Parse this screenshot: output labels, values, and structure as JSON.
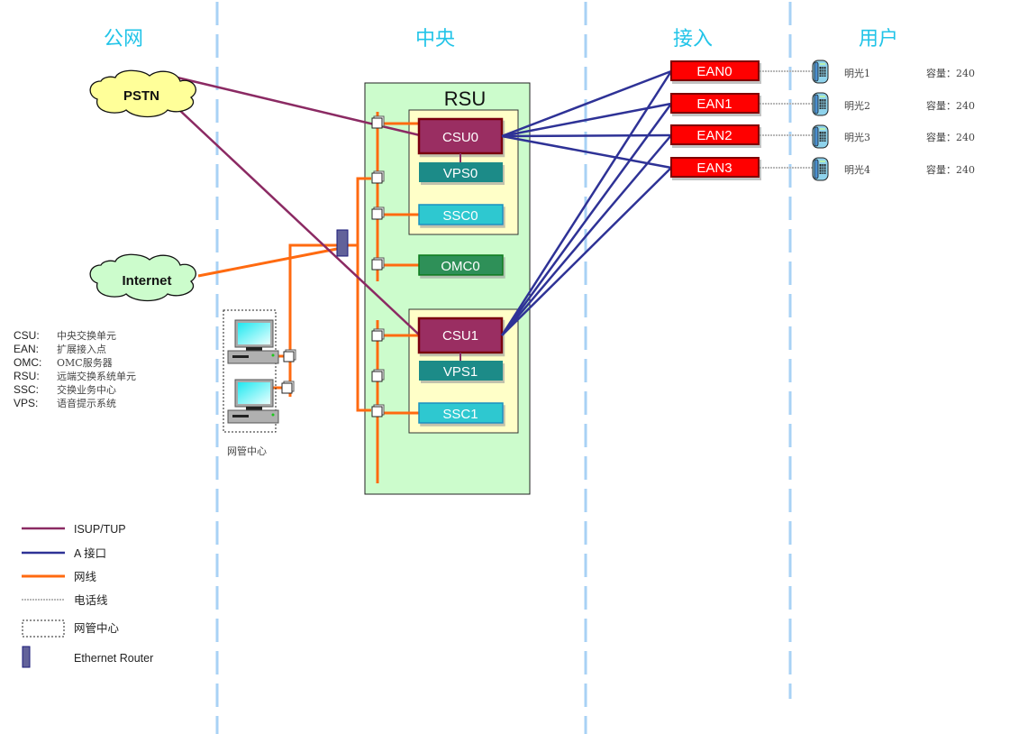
{
  "zones": [
    {
      "id": "public-network",
      "label": "公网"
    },
    {
      "id": "central",
      "label": "中央"
    },
    {
      "id": "access",
      "label": "接入"
    },
    {
      "id": "users",
      "label": "用户"
    }
  ],
  "clouds": {
    "pstn": "PSTN",
    "internet": "Internet"
  },
  "rsu": {
    "label": "RSU",
    "group0": {
      "csu": "CSU0",
      "vps": "VPS0",
      "ssc": "SSC0"
    },
    "omc": "OMC0",
    "group1": {
      "csu": "CSU1",
      "vps": "VPS1",
      "ssc": "SSC1"
    }
  },
  "ean": [
    "EAN0",
    "EAN1",
    "EAN2",
    "EAN3"
  ],
  "users": [
    {
      "name": "明光1",
      "capacity": "容量：240"
    },
    {
      "name": "明光2",
      "capacity": "容量：240"
    },
    {
      "name": "明光3",
      "capacity": "容量：240"
    },
    {
      "name": "明光4",
      "capacity": "容量：240"
    }
  ],
  "nms_center_label": "网管中心",
  "abbreviations": [
    {
      "abbr": "CSU:",
      "meaning": "中央交换单元"
    },
    {
      "abbr": "EAN:",
      "meaning": "扩展接入点"
    },
    {
      "abbr": "OMC:",
      "meaning": "OMC服务器"
    },
    {
      "abbr": "RSU:",
      "meaning": "远端交换系统单元"
    },
    {
      "abbr": "SSC:",
      "meaning": "交换业务中心"
    },
    {
      "abbr": "VPS:",
      "meaning": "语音提示系统"
    }
  ],
  "legend": [
    {
      "type": "isup",
      "label": "ISUP/TUP"
    },
    {
      "type": "a-interface",
      "label": "A 接口"
    },
    {
      "type": "network-cable",
      "label": "网线"
    },
    {
      "type": "phone-line",
      "label": "电话线"
    },
    {
      "type": "nms-box",
      "label": "网管中心"
    },
    {
      "type": "router",
      "label": "Ethernet Router"
    }
  ],
  "colors": {
    "isup": "#8b2a63",
    "a_interface": "#2e3296",
    "network_cable": "#ff6a10",
    "phone_line": "#b8b8b8",
    "zone_divider": "#a8d2f5",
    "zone_title": "#22c4e8",
    "rsu_bg": "#ccfccc",
    "group_bg": "#ffffc8",
    "csu": "#9a2f62",
    "vps": "#1f8b88",
    "ssc": "#2ec8d0",
    "omc": "#2e9058",
    "ean": "#ff0000",
    "router": "#62629a"
  }
}
